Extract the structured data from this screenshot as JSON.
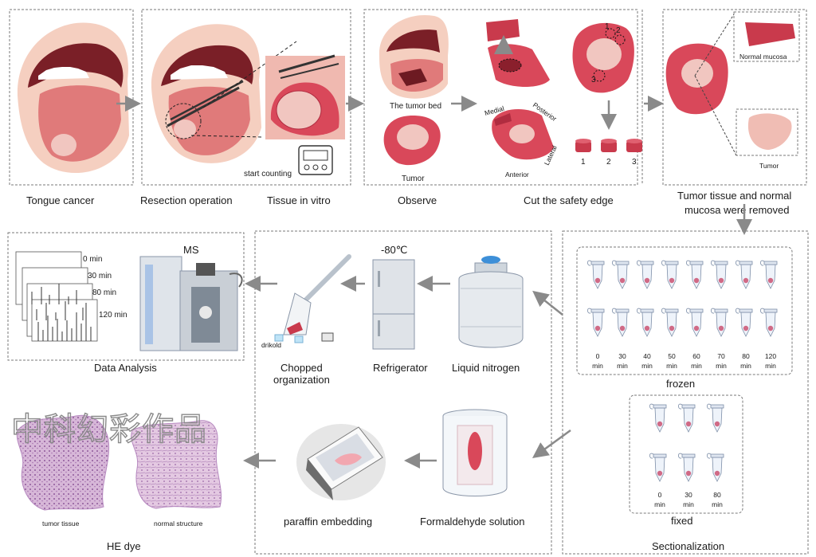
{
  "labels": {
    "tongue_cancer": "Tongue cancer",
    "resection": "Resection operation",
    "tissue_in_vitro": "Tissue in vitro",
    "observe": "Observe",
    "cut_safety_edge": "Cut the safety edge",
    "removed_line1": "Tumor tissue and normal",
    "removed_line2": "mucosa were removed",
    "start_counting": "start counting",
    "tumor_bed": "The tumor bed",
    "tumor": "Tumor",
    "medial": "Medial",
    "posterior": "Posterior",
    "lateral": "Lateral",
    "anterior": "Anterior",
    "normal_mucosa": "Normal mucosa",
    "tumor_right": "Tumor",
    "data_analysis": "Data Analysis",
    "ms": "MS",
    "chopped_line1": "Chopped",
    "chopped_line2": "organization",
    "drikold": "drikold",
    "minus80": "-80℃",
    "refrigerator": "Refrigerator",
    "liquid_nitrogen": "Liquid nitrogen",
    "frozen": "frozen",
    "fixed": "fixed",
    "sectionalization": "Sectionalization",
    "formaldehyde": "Formaldehyde solution",
    "paraffin": "paraffin embedding",
    "he_dye": "HE dye",
    "tumor_tissue": "tumor tissue",
    "normal_structure": "normal structure",
    "watermark": "中科幻彩作品"
  },
  "margin_numbers": [
    "1",
    "2",
    "3"
  ],
  "ms_traces": [
    "0 min",
    "30 min",
    "80 min",
    "120 min"
  ],
  "frozen_times": [
    "0",
    "30",
    "40",
    "50",
    "60",
    "70",
    "80",
    "120"
  ],
  "time_unit": "min",
  "fixed_times": [
    "0",
    "30",
    "80"
  ],
  "colors": {
    "tissue": "#d9485a",
    "tissue_dark": "#b02c40",
    "tumor": "#f1c6c0",
    "arrow": "#8a8a8a",
    "frame": "#7a7a7a"
  }
}
